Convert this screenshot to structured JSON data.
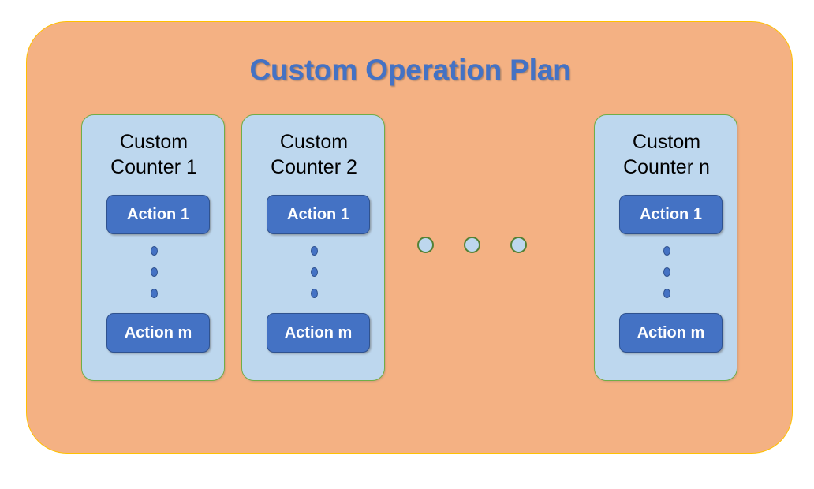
{
  "diagram": {
    "title": "Custom Operation Plan",
    "colors": {
      "container_fill": "#F4B183",
      "container_border": "#FFC000",
      "title_text": "#4472C4",
      "card_fill": "#BDD7EE",
      "card_border": "#70AD47",
      "action_fill": "#4472C4",
      "action_text": "#FFFFFF",
      "dot_fill": "#4472C4",
      "ellipsis_border": "#538135"
    },
    "counters": [
      {
        "title": "Custom\nCounter 1",
        "first_action": "Action 1",
        "last_action": "Action m",
        "dots": 3
      },
      {
        "title": "Custom\nCounter 2",
        "first_action": "Action 1",
        "last_action": "Action m",
        "dots": 3
      },
      {
        "title": "Custom\nCounter n",
        "first_action": "Action 1",
        "last_action": "Action m",
        "dots": 3
      }
    ],
    "ellipsis_count": 3
  }
}
